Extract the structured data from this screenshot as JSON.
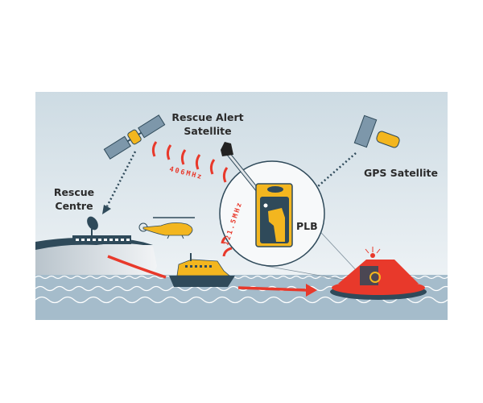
{
  "labels": {
    "rescue_alert_line1": "Rescue Alert",
    "rescue_alert_line2": "Satellite",
    "rescue_centre_line1": "Rescue",
    "rescue_centre_line2": "Centre",
    "gps_satellite": "GPS Satellite",
    "plb": "PLB",
    "freq_406": "406MHz",
    "freq_121": "121.5MHz"
  },
  "colors": {
    "sky": "#d3dfe6",
    "sea": "#a5bccb",
    "signal_red": "#e8392b",
    "vessel_yellow": "#f3b61f",
    "device_navy": "#2f4a5a",
    "dotted_line": "#2f4a5a"
  }
}
